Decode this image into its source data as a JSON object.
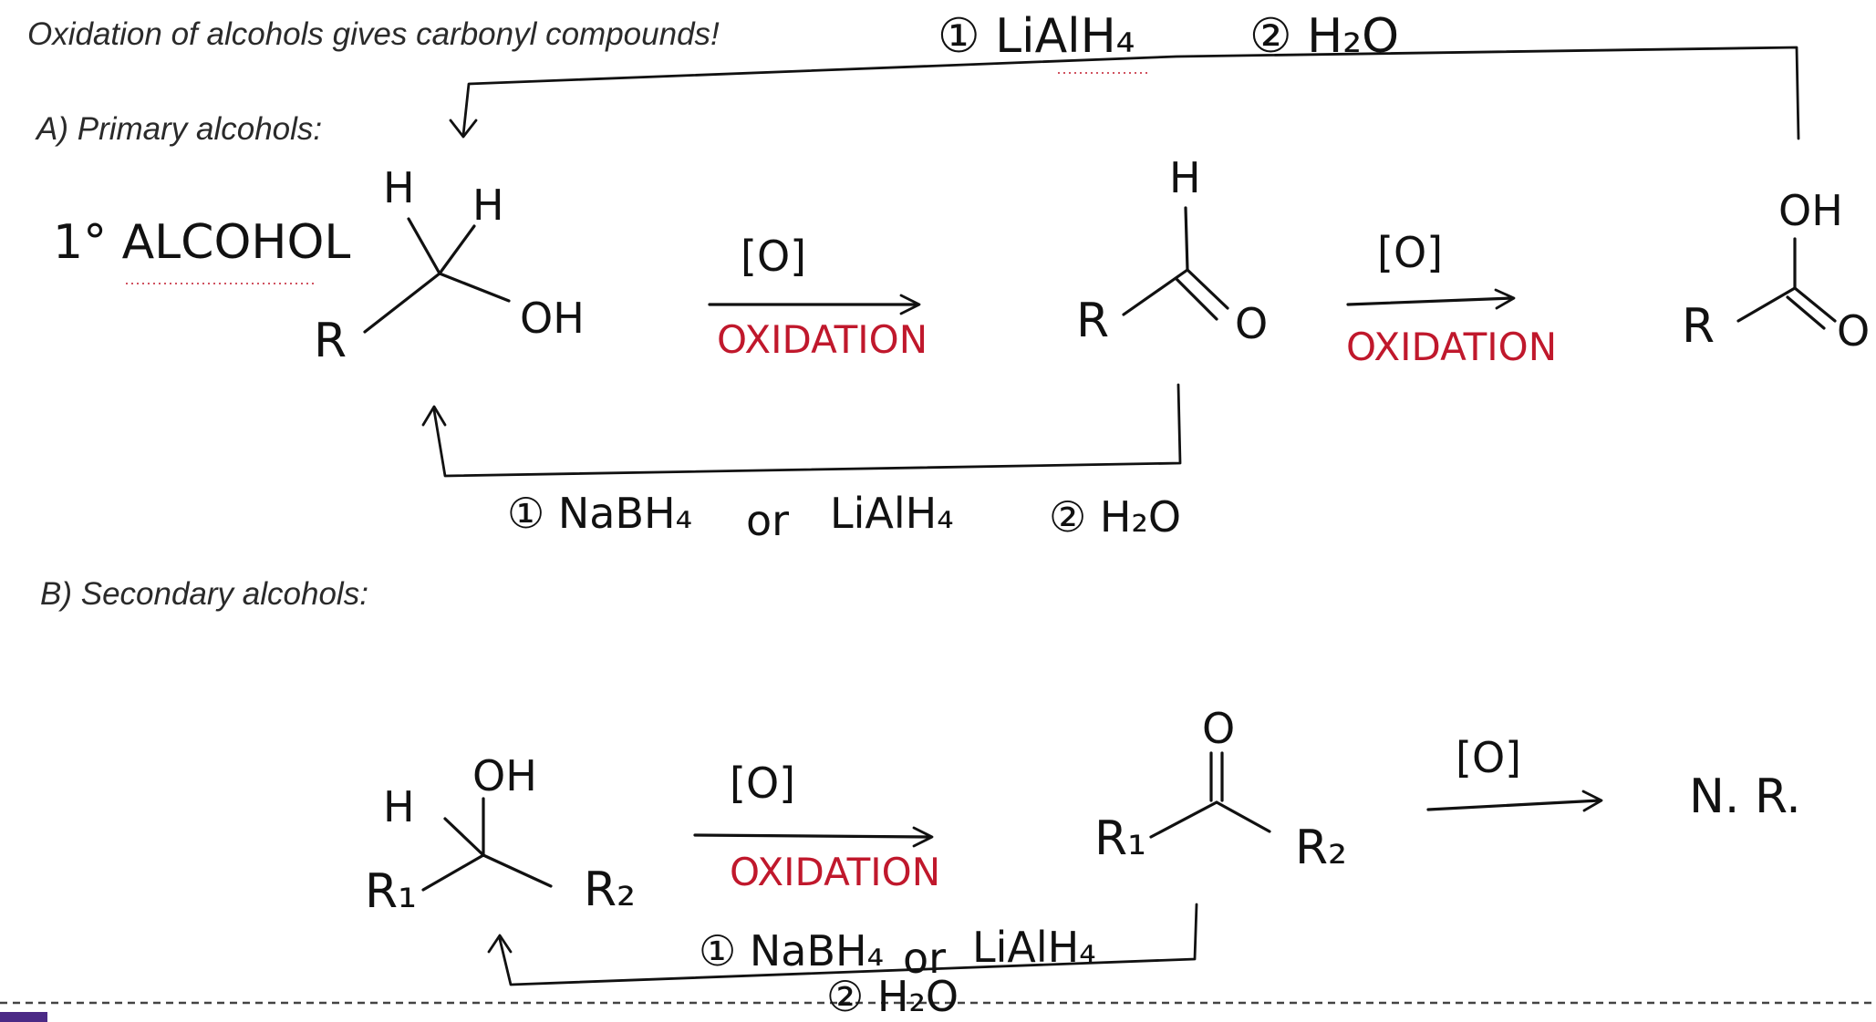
{
  "title": "Oxidation of alcohols gives carbonyl compounds!",
  "sections": {
    "primary": {
      "heading": "A) Primary alcohols:",
      "label": "1° ALCOHOL",
      "alcohol": {
        "h1": "H",
        "h2": "H",
        "r": "R",
        "oh": "OH"
      },
      "aldehyde": {
        "h": "H",
        "r": "R",
        "o": "O"
      },
      "acid": {
        "oh": "OH",
        "r": "R",
        "o": "O"
      },
      "step1": {
        "reagent": "[O]",
        "label": "OXIDATION"
      },
      "step2": {
        "reagent": "[O]",
        "label": "OXIDATION"
      },
      "reduction_bottom": {
        "reagent1": "① NaBH₄",
        "or": "or",
        "alt": "LiAlH₄",
        "reagent2": "② H₂O"
      },
      "reduction_top": {
        "reagent1": "① LiAlH₄",
        "reagent2": "② H₂O"
      }
    },
    "secondary": {
      "heading": "B) Secondary alcohols:",
      "alcohol": {
        "h": "H",
        "oh": "OH",
        "r1": "R₁",
        "r2": "R₂"
      },
      "ketone": {
        "o": "O",
        "r1": "R₁",
        "r2": "R₂"
      },
      "step1": {
        "reagent": "[O]",
        "label": "OXIDATION"
      },
      "step2": {
        "reagent": "[O]"
      },
      "no_reaction": "N. R.",
      "reduction": {
        "reagent1": "① NaBH₄",
        "or": "or",
        "alt": "LiAlH₄",
        "reagent2": "② H₂O"
      }
    }
  },
  "colors": {
    "ink": "#111111",
    "accent_red": "#c0182c",
    "slide_tab": "#4b2a86"
  }
}
